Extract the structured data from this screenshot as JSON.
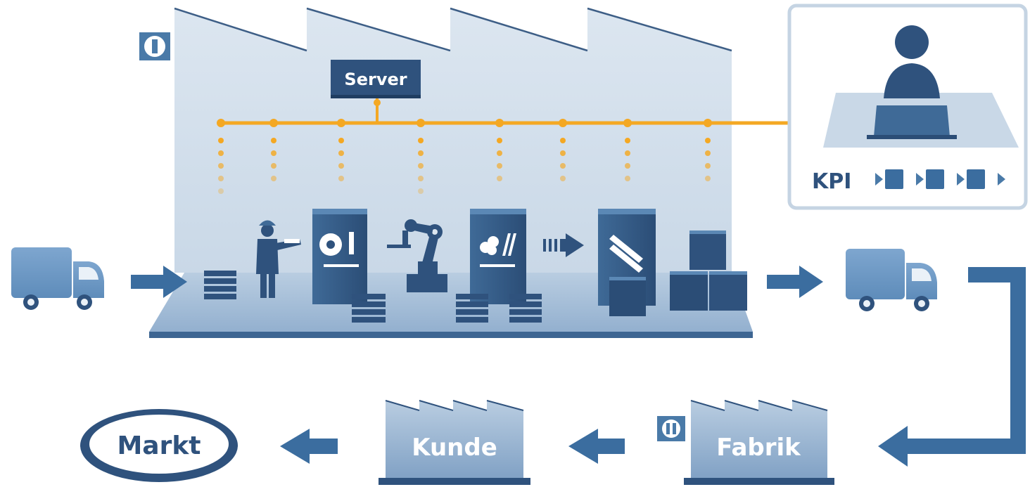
{
  "factory": {
    "badge": "I",
    "server_label": "Server",
    "sensor_taps": 8
  },
  "office": {
    "kpi_label": "KPI",
    "kpi_steps": 3
  },
  "supply_chain": {
    "badge": "II",
    "fabrik_label": "Fabrik",
    "kunde_label": "Kunde",
    "markt_label": "Markt"
  },
  "colors": {
    "building_light": "#d2dfec",
    "building_edge": "#3d5e86",
    "machine_dark": "#2f527d",
    "machine_mid": "#4a7aa8",
    "floor": "#aac0d8",
    "network": "#f4a823",
    "arrow": "#3b6d9f",
    "office_border": "#c5d4e3",
    "white": "#ffffff"
  }
}
